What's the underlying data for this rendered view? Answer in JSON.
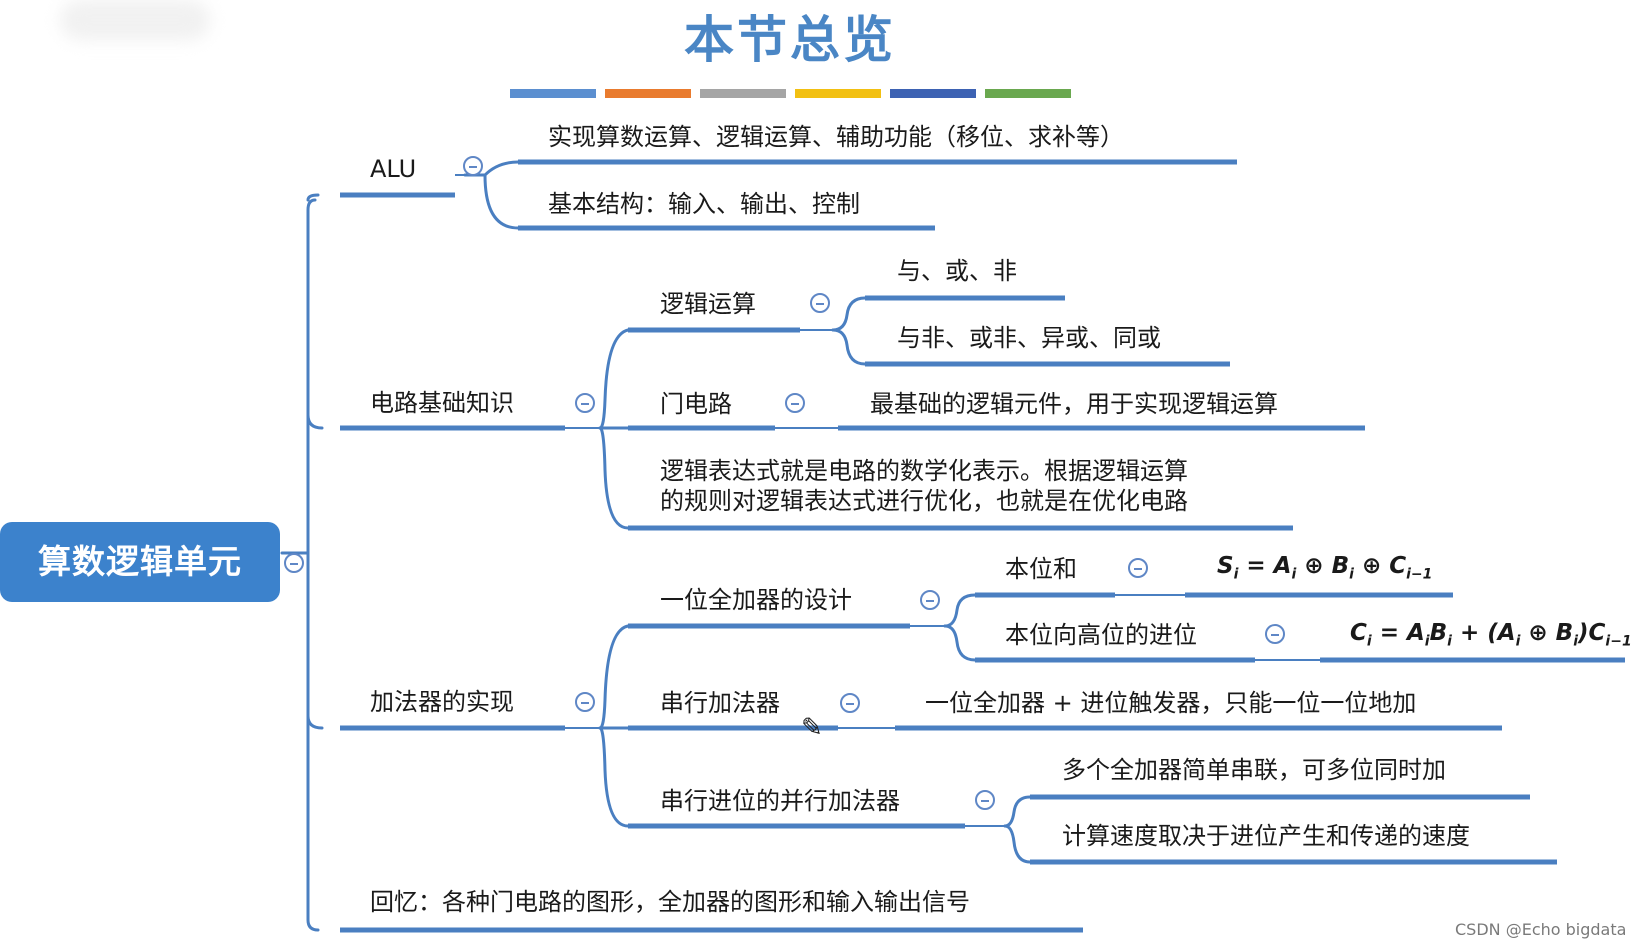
{
  "title": "本节总览",
  "color_bars": [
    "#5b8fd0",
    "#e97b2e",
    "#a5a5a5",
    "#f2c012",
    "#3d62b3",
    "#6aa84f"
  ],
  "root": {
    "label": "算数逻辑单元"
  },
  "alu": {
    "label": "ALU",
    "children": [
      "实现算数运算、逻辑运算、辅助功能（移位、求补等）",
      "基本结构：输入、输出、控制"
    ]
  },
  "circuit": {
    "label": "电路基础知识",
    "logic_op": {
      "label": "逻辑运算",
      "children": [
        "与、或、非",
        "与非、或非、异或、同或"
      ]
    },
    "gate": {
      "label": "门电路",
      "desc": "最基础的逻辑元件，用于实现逻辑运算"
    },
    "note_line1": "逻辑表达式就是电路的数学化表示。根据逻辑运算",
    "note_line2": "的规则对逻辑表达式进行优化，也就是在优化电路"
  },
  "adder": {
    "label": "加法器的实现",
    "full_adder": {
      "label": "一位全加器的设计",
      "sum": {
        "label": "本位和",
        "formula": "S_i = A_i ⊕ B_i ⊕ C_{i−1}"
      },
      "carry": {
        "label": "本位向高位的进位",
        "formula": "C_i = A_iB_i + (A_i ⊕ B_i)C_{i−1}"
      }
    },
    "serial": {
      "label": "串行加法器",
      "desc": "一位全加器 + 进位触发器，只能一位一位地加"
    },
    "parallel": {
      "label": "串行进位的并行加法器",
      "children": [
        "多个全加器简单串联，可多位同时加",
        "计算速度取决于进位产生和传递的速度"
      ]
    }
  },
  "recall": {
    "label": "回忆：各种门电路的图形，全加器的图形和输入输出信号"
  },
  "watermark": "CSDN @Echo bigdata",
  "line_color": "#4a7fc1"
}
